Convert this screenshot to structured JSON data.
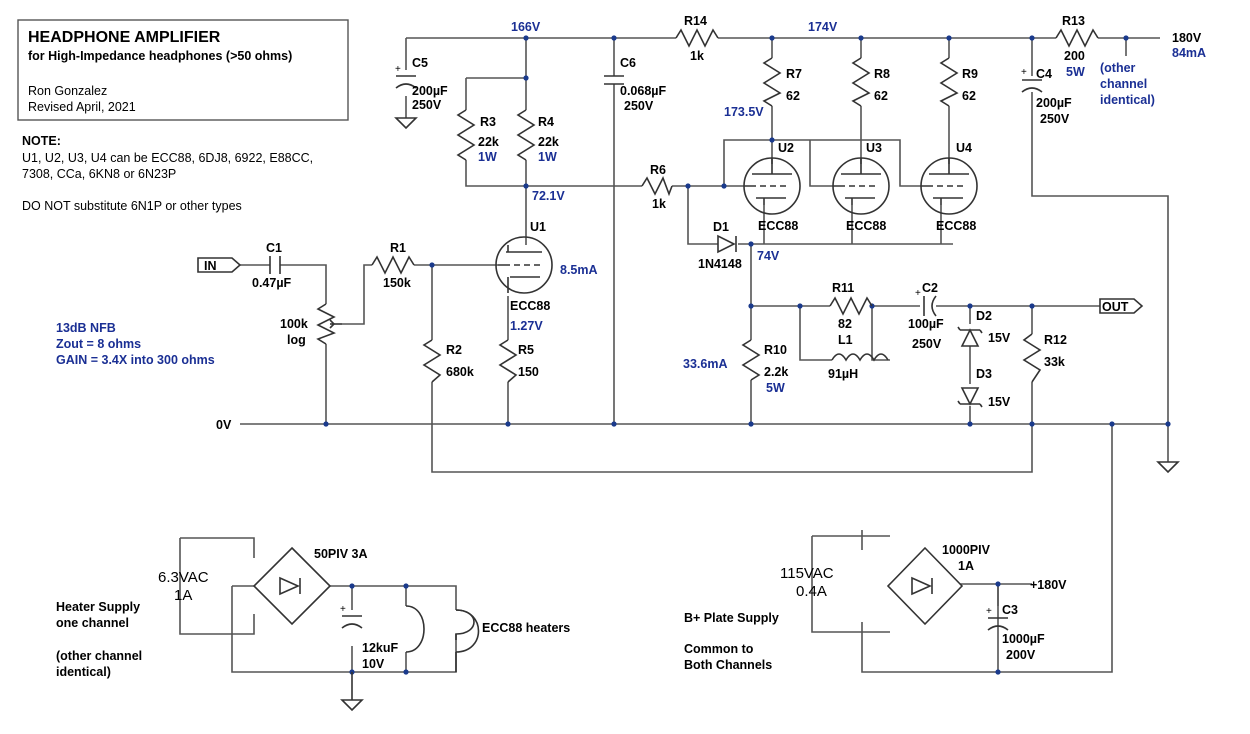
{
  "colors": {
    "wire": "#555555",
    "junction": "#1a3a8c",
    "annotation": "#1a2f94",
    "text": "#000000"
  },
  "title_block": {
    "title": "HEADPHONE AMPLIFIER",
    "subtitle": "for High-Impedance headphones (>50 ohms)",
    "author": "Ron Gonzalez",
    "revised": "Revised April, 2021"
  },
  "notes": {
    "heading": "NOTE:",
    "line1": "U1, U2, U3, U4 can be ECC88, 6DJ8, 6922, E88CC,",
    "line2": "7308, CCa, 6KN8 or 6N23P",
    "line3": "DO NOT substitute 6N1P or other types"
  },
  "specs": {
    "nfb": "13dB NFB",
    "zout": "Zout = 8 ohms",
    "gain": "GAIN = 3.4X into 300 ohms"
  },
  "ports": {
    "input": "IN",
    "output": "OUT",
    "ground": "0V"
  },
  "voltages": {
    "v166": "166V",
    "v174": "174V",
    "v180": "180V",
    "i84": "84mA",
    "v173": "173.5V",
    "v72": "72.1V",
    "i85": "8.5mA",
    "v127": "1.27V",
    "v74": "74V",
    "i336": "33.6mA"
  },
  "components": {
    "C1": {
      "ref": "C1",
      "value": "0.47µF"
    },
    "POT": {
      "value": "100k",
      "value2": "log"
    },
    "R1": {
      "ref": "R1",
      "value": "150k"
    },
    "R2": {
      "ref": "R2",
      "value": "680k"
    },
    "R3": {
      "ref": "R3",
      "value": "22k",
      "power": "1W"
    },
    "R4": {
      "ref": "R4",
      "value": "22k",
      "power": "1W"
    },
    "R5": {
      "ref": "R5",
      "value": "150"
    },
    "C5": {
      "ref": "C5",
      "value": "200µF",
      "voltage": "250V"
    },
    "C6": {
      "ref": "C6",
      "value": "0.068µF",
      "voltage": "250V"
    },
    "U1": {
      "ref": "U1",
      "type": "ECC88"
    },
    "R6": {
      "ref": "R6",
      "value": "1k"
    },
    "R14": {
      "ref": "R14",
      "value": "1k"
    },
    "R7": {
      "ref": "R7",
      "value": "62"
    },
    "R8": {
      "ref": "R8",
      "value": "62"
    },
    "R9": {
      "ref": "R9",
      "value": "62"
    },
    "U2": {
      "ref": "U2",
      "type": "ECC88"
    },
    "U3": {
      "ref": "U3",
      "type": "ECC88"
    },
    "U4": {
      "ref": "U4",
      "type": "ECC88"
    },
    "D1": {
      "ref": "D1",
      "type": "1N4148"
    },
    "R13": {
      "ref": "R13",
      "value": "200",
      "power": "5W"
    },
    "C4": {
      "ref": "C4",
      "value": "200µF",
      "voltage": "250V"
    },
    "other_ch": {
      "l1": "(other",
      "l2": "channel",
      "l3": "identical)"
    },
    "R11": {
      "ref": "R11",
      "value": "82"
    },
    "L1": {
      "ref": "L1",
      "value": "91µH"
    },
    "C2": {
      "ref": "C2",
      "value": "100µF",
      "voltage": "250V"
    },
    "D2": {
      "ref": "D2",
      "value": "15V"
    },
    "D3": {
      "ref": "D3",
      "value": "15V"
    },
    "R10": {
      "ref": "R10",
      "value": "2.2k",
      "power": "5W"
    },
    "R12": {
      "ref": "R12",
      "value": "33k"
    }
  },
  "heater_supply": {
    "ac_v": "6.3VAC",
    "ac_a": "1A",
    "bridge": "50PIV 3A",
    "cap_value": "12kuF",
    "cap_voltage": "10V",
    "load": "ECC88 heaters",
    "label1": "Heater Supply",
    "label2": "one channel",
    "label3": "(other channel",
    "label4": "identical)"
  },
  "plate_supply": {
    "ac_v": "115VAC",
    "ac_a": "0.4A",
    "bridge_v": "1000PIV",
    "bridge_a": "1A",
    "out": "+180V",
    "cap_ref": "C3",
    "cap_value": "1000µF",
    "cap_voltage": "200V",
    "label1": "B+ Plate Supply",
    "label2": "Common to",
    "label3": "Both Channels"
  }
}
